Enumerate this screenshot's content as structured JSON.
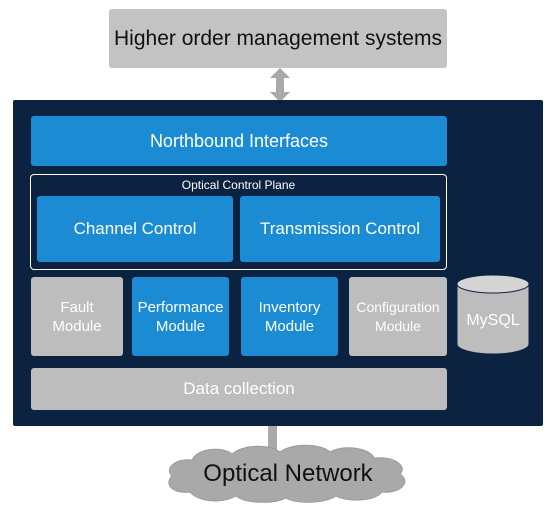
{
  "top": {
    "label": "Higher order management systems"
  },
  "northbound": {
    "label": "Northbound Interfaces"
  },
  "control_plane": {
    "label": "Optical Control Plane",
    "channel": "Channel Control",
    "transmission": "Transmission Control"
  },
  "modules": {
    "fault": [
      "Fault",
      "Module"
    ],
    "performance": [
      "Performance",
      "Module"
    ],
    "inventory": [
      "Inventory",
      "Module"
    ],
    "configuration": [
      "Configuration",
      "Module"
    ]
  },
  "data_collection": {
    "label": "Data collection"
  },
  "database": {
    "label": "MySQL"
  },
  "network": {
    "label": "Optical Network"
  },
  "colors": {
    "panel": "#0b2340",
    "blue": "#1b8cd3",
    "grey": "#bdbdbd"
  }
}
